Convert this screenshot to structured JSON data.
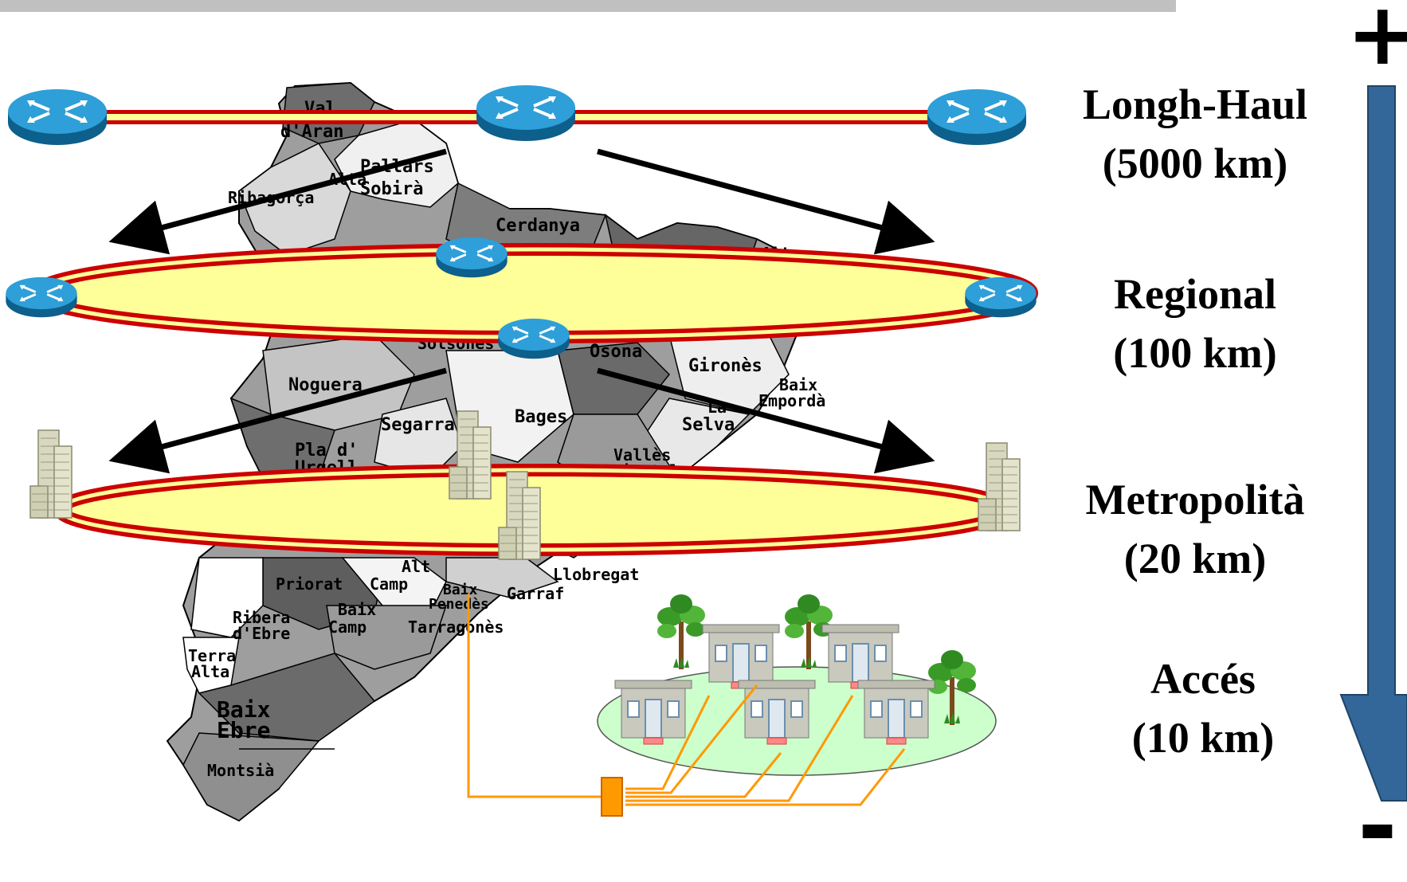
{
  "levels": [
    {
      "name": "Longh-Haul",
      "distance": "(5000 km)"
    },
    {
      "name": "Regional",
      "distance": "(100 km)"
    },
    {
      "name": "Metropolità",
      "distance": "(20 km)"
    },
    {
      "name": "Accés",
      "distance": "(10 km)"
    }
  ],
  "scale": {
    "top_sign": "+",
    "bottom_sign": "-",
    "arrow_color": "#336699"
  },
  "map_labels": {
    "vall_aran_1": "Val",
    "vall_aran_2": "d'Aran",
    "alta": "Alta",
    "ribagorca": "Ribagorça",
    "pallars_1": "Pallars",
    "pallars_2": "Sobirà",
    "cerdanya": "Cerdanya",
    "alt": "Alt",
    "solsones": "Solsonès",
    "osona": "Osona",
    "noguera": "Noguera",
    "girones": "Gironès",
    "baix_emporda_1": "Baix",
    "baix_emporda_2": "Empordà",
    "segarra": "Segarra",
    "bages": "Bages",
    "la_selva_1": "La",
    "la_selva_2": "Selva",
    "pla_urgell_1": "Pla d'",
    "pla_urgell_2": "Urgell",
    "valles_1": "Vallès",
    "valles_2": "Oriental",
    "alt_camp_1": "Alt",
    "alt_camp_2": "Camp",
    "priorat": "Priorat",
    "llobregat": "Llobregat",
    "baix_penedes_1": "Baix",
    "baix_penedes_2": "Penedès",
    "garraf": "Garraf",
    "ribera_1": "Ribera",
    "ribera_2": "d'Ebre",
    "baix_camp_1": "Baix",
    "baix_camp_2": "Camp",
    "tarragones": "Tarragonès",
    "terra_alta_1": "Terra",
    "terra_alta_2": "Alta",
    "baix_ebre_1": "Baix",
    "baix_ebre_2": "Ebre",
    "montsia": "Montsià"
  },
  "colors": {
    "ring_red": "#cc0000",
    "ring_fill": "#ffff99",
    "router": "#1a8fc9",
    "fiber": "#ff9900",
    "campus": "#ccffcc"
  }
}
